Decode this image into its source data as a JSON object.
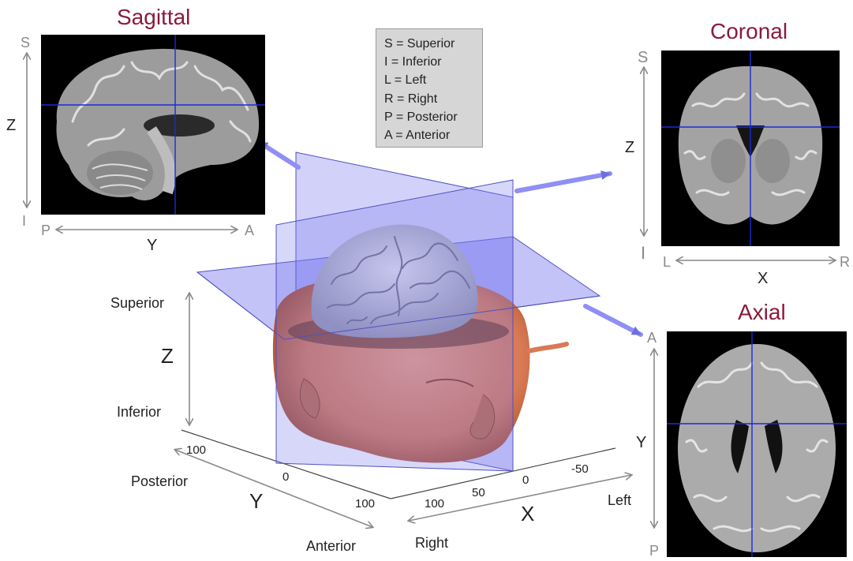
{
  "views": {
    "sagittal": {
      "title": "Sagittal",
      "axis_v": "Z",
      "axis_h": "Y",
      "end_top": "S",
      "end_bottom": "I",
      "end_left": "P",
      "end_right": "A"
    },
    "coronal": {
      "title": "Coronal",
      "axis_v": "Z",
      "axis_h": "X",
      "end_top": "S",
      "end_bottom": "I",
      "end_left": "L",
      "end_right": "R"
    },
    "axial": {
      "title": "Axial",
      "axis_v": "Y",
      "end_top": "A",
      "end_bottom": "P"
    }
  },
  "legend": [
    "S = Superior",
    "I  = Inferior",
    "L = Left",
    "R = Right",
    "P = Posterior",
    "A = Anterior"
  ],
  "axes3d": {
    "superior": "Superior",
    "inferior": "Inferior",
    "z": "Z",
    "posterior": "Posterior",
    "anterior": "Anterior",
    "y": "Y",
    "right": "Right",
    "left": "Left",
    "x": "X",
    "y_ticks": [
      "100",
      "0",
      "100"
    ],
    "x_ticks": [
      "100",
      "50",
      "0",
      "-50"
    ]
  },
  "colors": {
    "view_title": "#8b1a3c",
    "plane": "#7b7bf0",
    "crosshair": "#1a2bd8",
    "head": "#d97a55",
    "brain": "#c9c9d4"
  }
}
